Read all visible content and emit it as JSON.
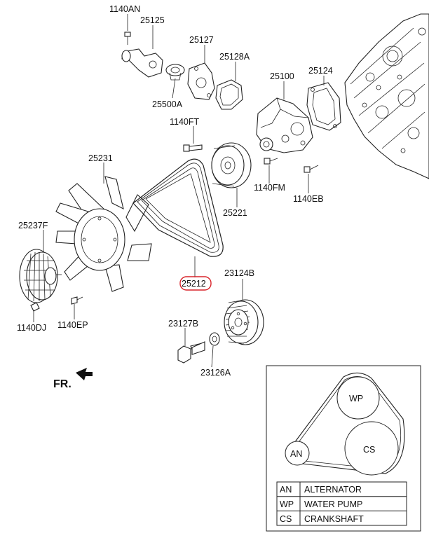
{
  "parts": [
    {
      "id": "p_1140AN",
      "code": "1140AN"
    },
    {
      "id": "p_25125",
      "code": "25125"
    },
    {
      "id": "p_25127",
      "code": "25127"
    },
    {
      "id": "p_25128A",
      "code": "25128A"
    },
    {
      "id": "p_25100",
      "code": "25100"
    },
    {
      "id": "p_25124",
      "code": "25124"
    },
    {
      "id": "p_25500A",
      "code": "25500A"
    },
    {
      "id": "p_1140FT",
      "code": "1140FT"
    },
    {
      "id": "p_25231",
      "code": "25231"
    },
    {
      "id": "p_1140FM",
      "code": "1140FM"
    },
    {
      "id": "p_1140EB",
      "code": "1140EB"
    },
    {
      "id": "p_25221",
      "code": "25221"
    },
    {
      "id": "p_25237F",
      "code": "25237F"
    },
    {
      "id": "p_25212",
      "code": "25212",
      "highlighted": true
    },
    {
      "id": "p_23124B",
      "code": "23124B"
    },
    {
      "id": "p_1140DJ",
      "code": "1140DJ"
    },
    {
      "id": "p_1140EP",
      "code": "1140EP"
    },
    {
      "id": "p_23127B",
      "code": "23127B"
    },
    {
      "id": "p_23126A",
      "code": "23126A"
    }
  ],
  "front_marker": "FR.",
  "highlight_color": "#d8232a",
  "inset": {
    "pulleys": {
      "wp": "WP",
      "cs": "CS",
      "an": "AN"
    },
    "legend": [
      {
        "code": "AN",
        "name": "ALTERNATOR"
      },
      {
        "code": "WP",
        "name": "WATER PUMP"
      },
      {
        "code": "CS",
        "name": "CRANKSHAFT"
      }
    ]
  }
}
